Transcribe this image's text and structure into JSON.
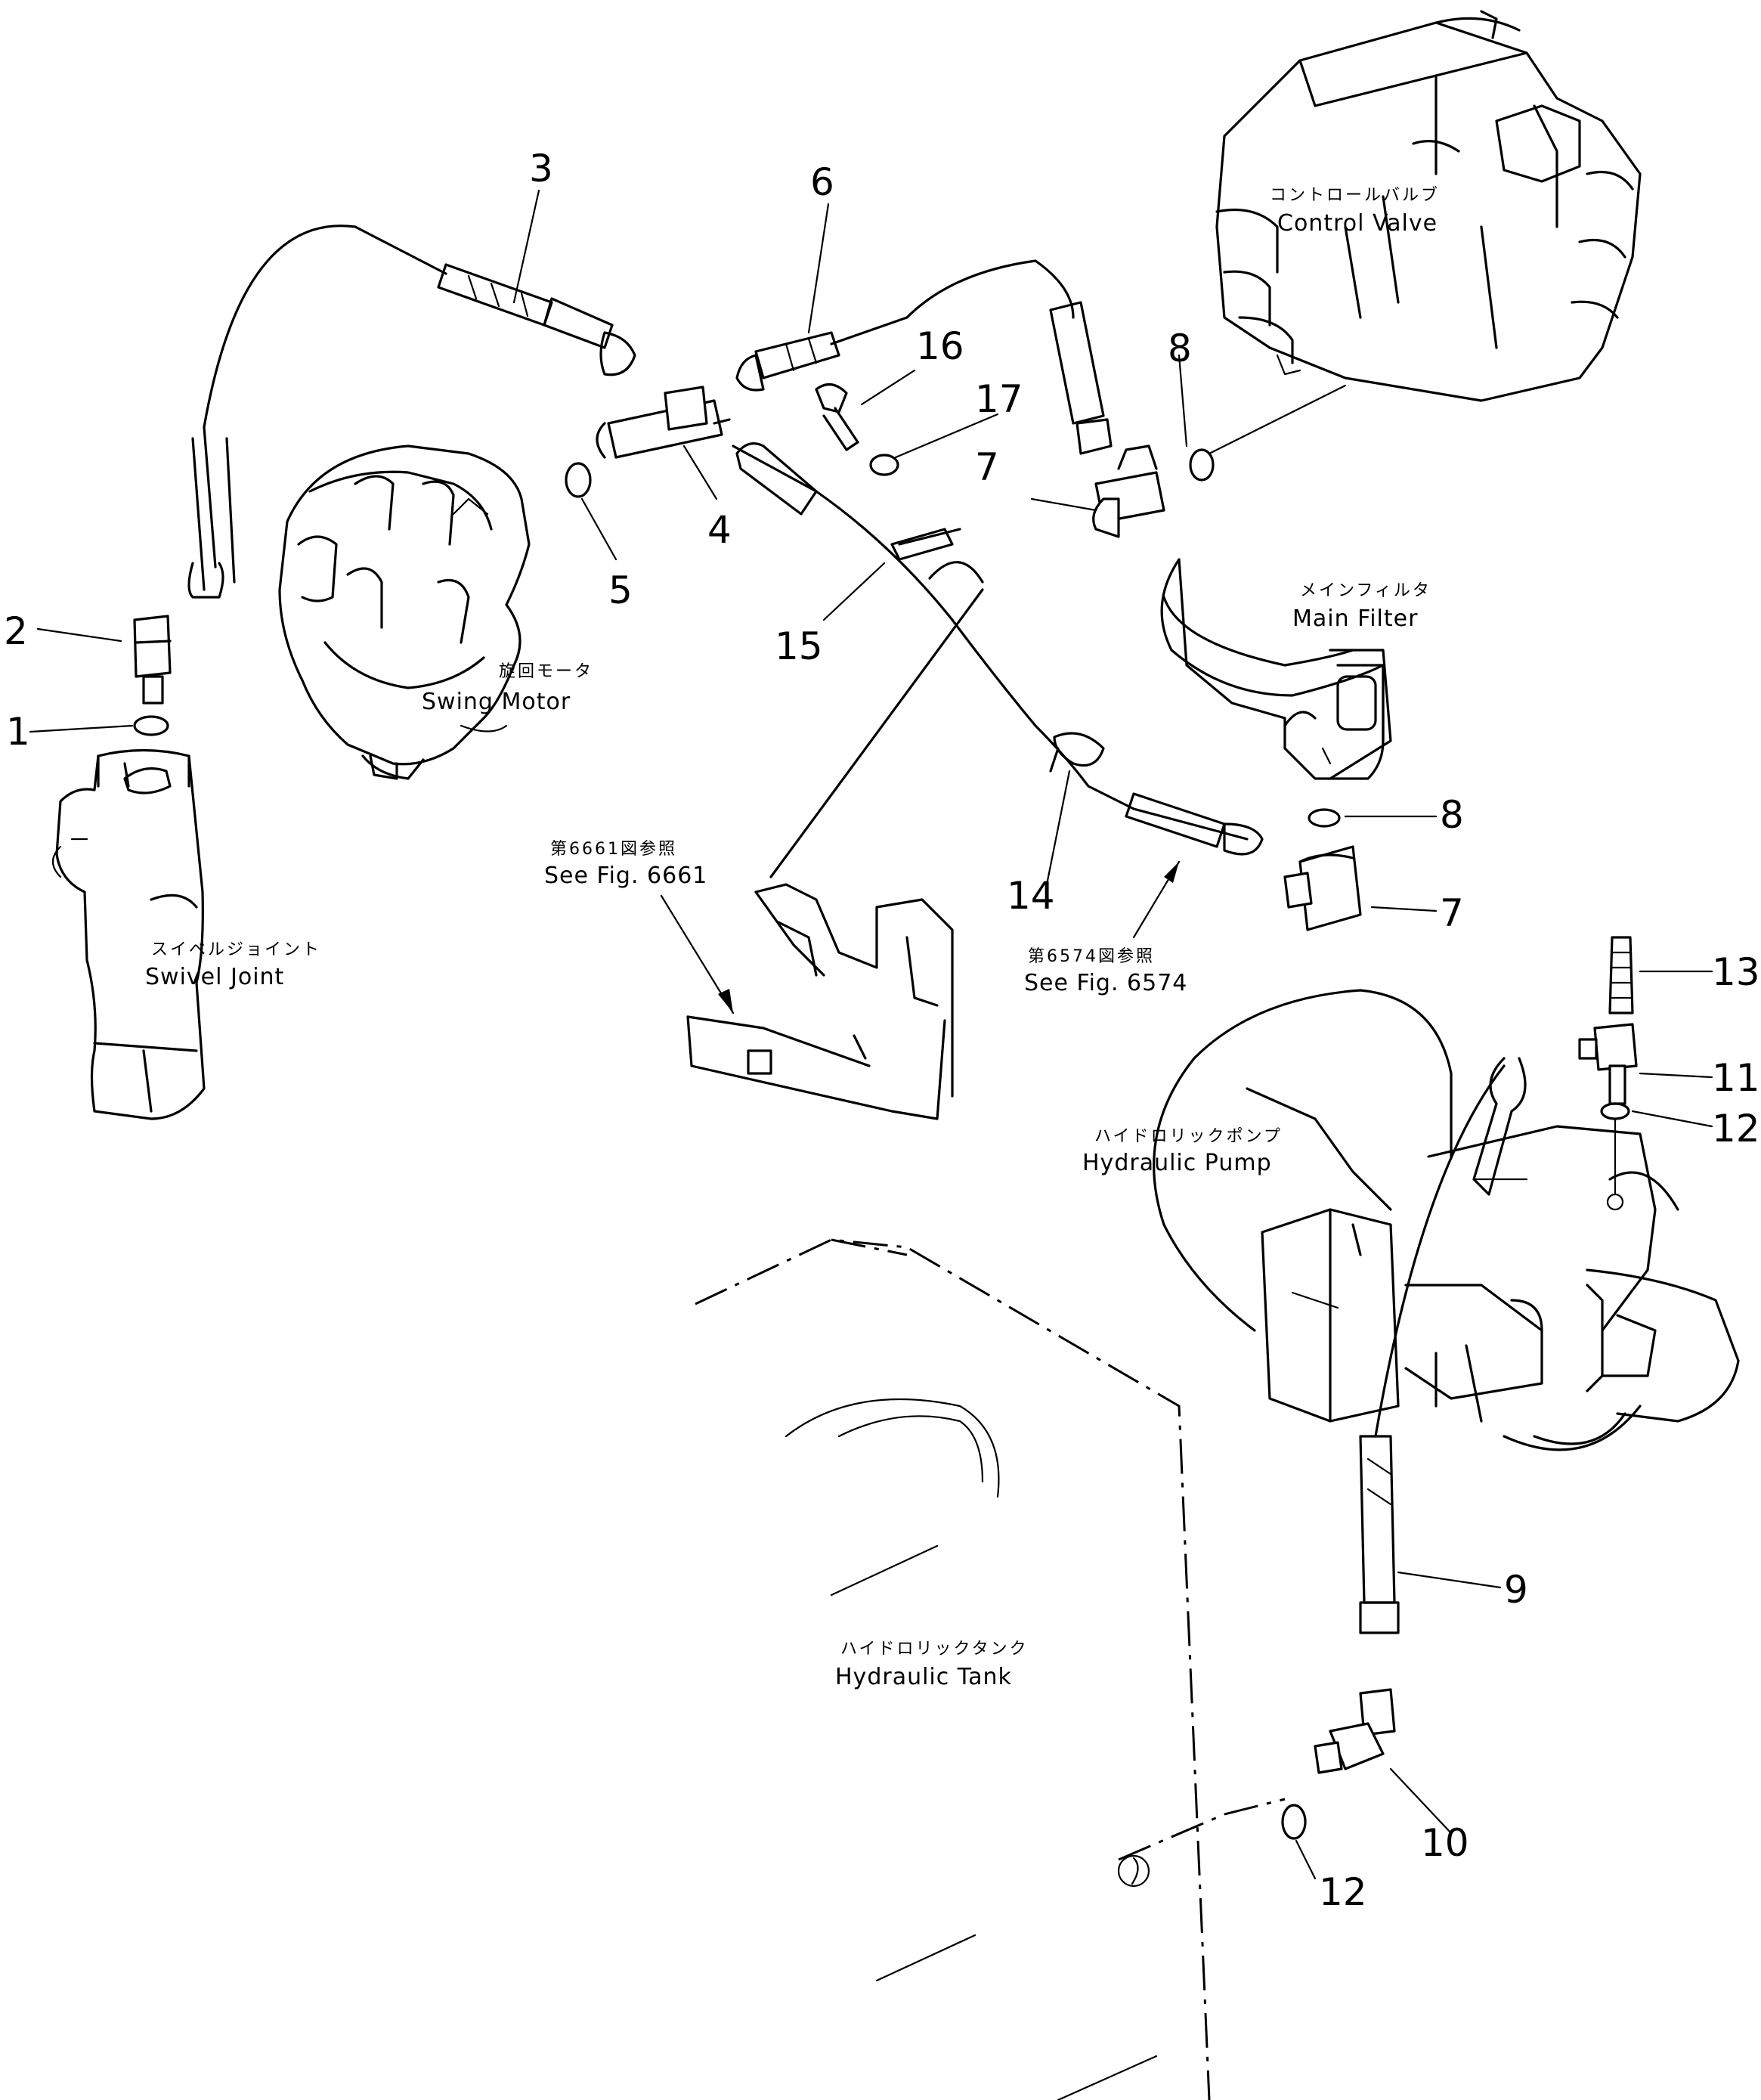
{
  "components": {
    "control_valve": {
      "jp": "コントロールバルブ",
      "en": "Control Valve"
    },
    "main_filter": {
      "jp": "メインフィルタ",
      "en": "Main Filter"
    },
    "swing_motor": {
      "jp": "旋回モータ",
      "en": "Swing Motor"
    },
    "swivel_joint": {
      "jp": "スイベルジョイント",
      "en": "Swivel Joint"
    },
    "hydraulic_pump": {
      "jp": "ハイドロリックポンプ",
      "en": "Hydraulic Pump"
    },
    "hydraulic_tank": {
      "jp": "ハイドロリックタンク",
      "en": "Hydraulic Tank"
    }
  },
  "references": {
    "fig_6661": {
      "jp": "第6661図参照",
      "en": "See Fig. 6661"
    },
    "fig_6574": {
      "jp": "第6574図参照",
      "en": "See Fig. 6574"
    }
  },
  "callouts": {
    "c1": "1",
    "c2": "2",
    "c3": "3",
    "c4": "4",
    "c5": "5",
    "c6": "6",
    "c7a": "7",
    "c7b": "7",
    "c8a": "8",
    "c8b": "8",
    "c9": "9",
    "c10": "10",
    "c11": "11",
    "c12a": "12",
    "c12b": "12",
    "c13": "13",
    "c14": "14",
    "c15": "15",
    "c16": "16",
    "c17": "17"
  }
}
